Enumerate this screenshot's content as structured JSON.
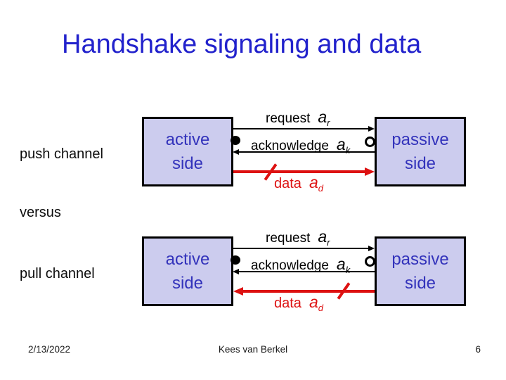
{
  "slide": {
    "title": "Handshake signaling and data",
    "versus_label": "versus",
    "footer": {
      "date": "2/13/2022",
      "author": "Kees van Berkel",
      "slide_number": "6"
    }
  },
  "colors": {
    "title_blue": "#2222cc",
    "box_text_blue": "#3333bb",
    "box_fill": "#ccccee",
    "data_red": "#dd1111",
    "line_black": "#000000"
  },
  "channels": [
    {
      "label": "push channel",
      "active_box": "active\nside",
      "passive_box": "passive\nside",
      "request": {
        "word": "request",
        "var": "a",
        "sub": "r"
      },
      "acknowledge": {
        "word": "acknowledge",
        "var": "a",
        "sub": "k"
      },
      "data": {
        "word": "data",
        "var": "a",
        "sub": "d",
        "direction": "active-to-passive"
      }
    },
    {
      "label": "pull channel",
      "active_box": "active\nside",
      "passive_box": "passive\nside",
      "request": {
        "word": "request",
        "var": "a",
        "sub": "r"
      },
      "acknowledge": {
        "word": "acknowledge",
        "var": "a",
        "sub": "k"
      },
      "data": {
        "word": "data",
        "var": "a",
        "sub": "d",
        "direction": "passive-to-active"
      }
    }
  ]
}
